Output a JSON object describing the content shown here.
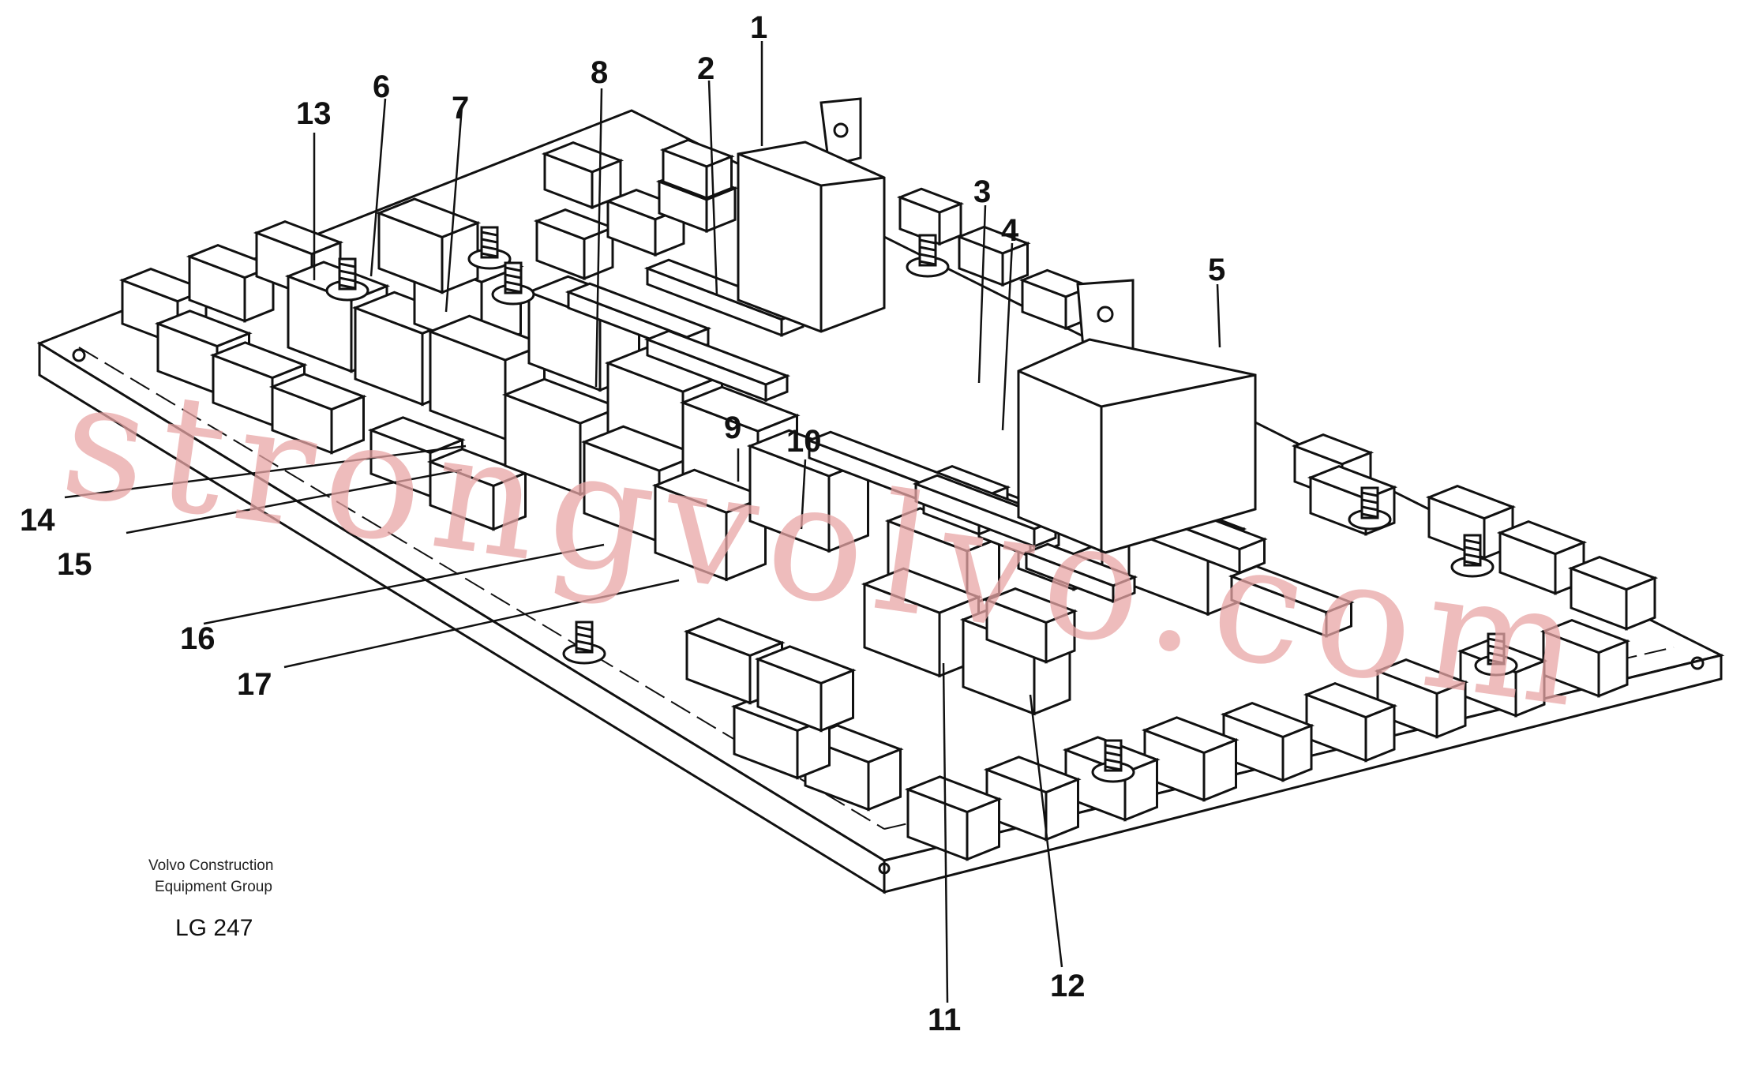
{
  "diagram": {
    "callouts": [
      "1",
      "2",
      "3",
      "4",
      "5",
      "6",
      "7",
      "8",
      "9",
      "10",
      "11",
      "12",
      "13",
      "14",
      "15",
      "16",
      "17"
    ],
    "credit_line1": "Volvo Construction",
    "credit_line2": "Equipment Group",
    "figure_id": "LG 247",
    "watermark": "strongvolvo.com"
  },
  "colors": {
    "ink": "#111111",
    "watermark": "#e8a5a5",
    "paper": "#ffffff"
  }
}
